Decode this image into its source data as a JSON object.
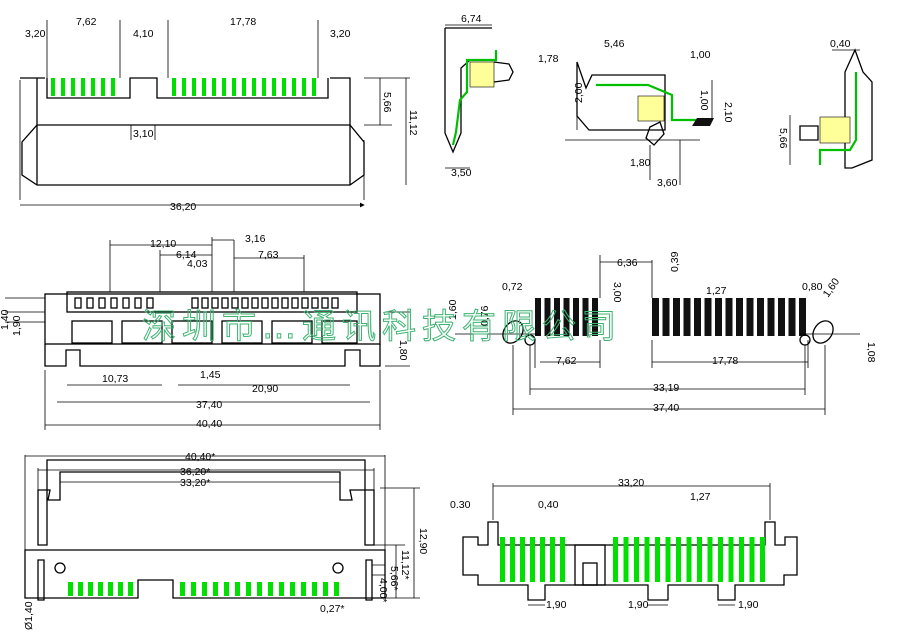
{
  "watermark": "深圳市…通讯科技有限公司",
  "v1": {
    "d1": "7,62",
    "d2": "3,20",
    "d3": "4,10",
    "d4": "17,78",
    "d5": "3,20",
    "d6": "3,10",
    "d7": "36,20",
    "d8": "5,66",
    "d9": "11,12"
  },
  "v2": {
    "d1": "6,74",
    "d2": "3,50"
  },
  "v3": {
    "d1": "5,46",
    "d2": "1,78",
    "d3": "1,00",
    "d4": "1,00",
    "d5": "2,10",
    "d6": "2,00",
    "d7": "1,80",
    "d8": "3,60"
  },
  "v4": {
    "d1": "0,40",
    "d2": "5,66"
  },
  "v5": {
    "d1": "12,10",
    "d2": "3,16",
    "d3": "6,14",
    "d4": "4,03",
    "d5": "7,63",
    "d6": "1,40",
    "d7": "1,90",
    "d8": "1,80",
    "d9": "10,73",
    "d10": "1,45",
    "d11": "20,90",
    "d12": "37,40",
    "d13": "40,40"
  },
  "v6": {
    "d1": "0,72",
    "d2": "6,36",
    "d3": "3,00",
    "d4": "0,39",
    "d5": "1,27",
    "d6": "0,80",
    "d7": "1,60",
    "d8": "1,60",
    "d9": "0,76",
    "d10": "1,08",
    "d11": "7,62",
    "d12": "17,78",
    "d13": "33,19",
    "d14": "37,40"
  },
  "v7": {
    "d1": "40,40*",
    "d2": "36,20*",
    "d3": "33,20*",
    "d4": "12,90",
    "d5": "11,12*",
    "d6": "5,66*",
    "d7": "4,00*",
    "d8": "0,27*",
    "d9": "Ø1,40"
  },
  "v8": {
    "d1": "33,20",
    "d2": "0.30",
    "d3": "0,40",
    "d4": "1,27",
    "d5": "1,90",
    "d6": "1,90",
    "d7": "1,90"
  },
  "colors": {
    "pin": "#00e000",
    "lead": "#00c000",
    "housing_fill": "#ffff99",
    "footprint_pad": "#111111"
  }
}
